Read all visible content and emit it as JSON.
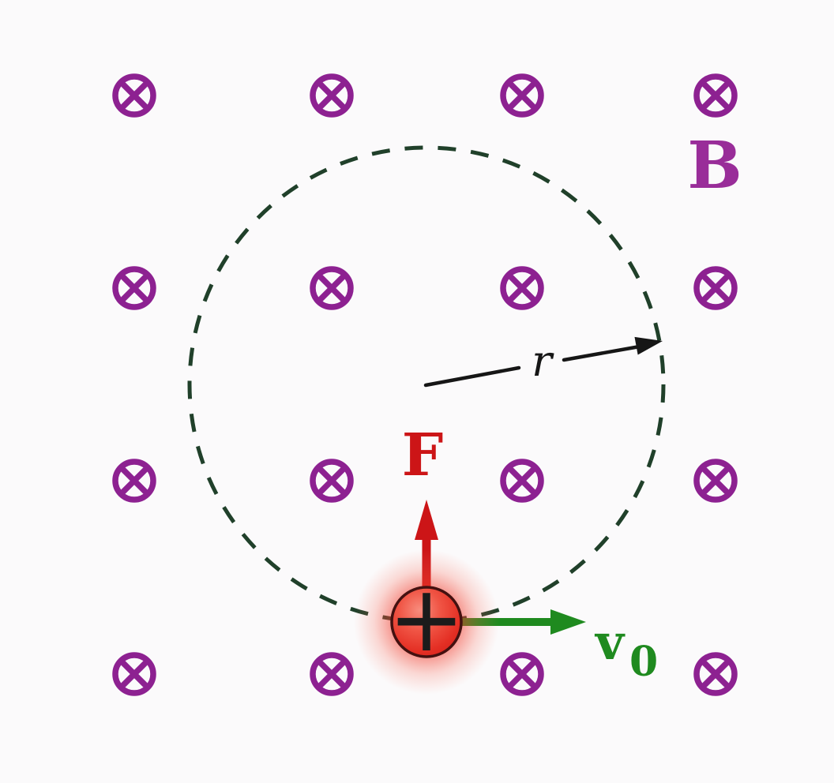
{
  "diagram": {
    "description": "Positive charge moving in a uniform magnetic field directed into the page, following a circular path",
    "labels": {
      "magnetic_field": "B",
      "radius": "r",
      "force": "F",
      "velocity": "v",
      "velocity_subscript": "0",
      "charge_sign": "+"
    },
    "colors": {
      "background": "#fbfafb",
      "field_symbol": "#8d2191",
      "field_label": "#992d99",
      "path_circle": "#20402a",
      "radius_arrow": "#161616",
      "force": "#cc1517",
      "velocity": "#1f8a1f",
      "particle_outline": "#441110",
      "charge": "#1b1b1b"
    },
    "field_grid": {
      "symbol": "circle-with-x-into-page",
      "columns_x": [
        170,
        420,
        661,
        906
      ],
      "rows_y": [
        121,
        365,
        609,
        854
      ]
    }
  }
}
